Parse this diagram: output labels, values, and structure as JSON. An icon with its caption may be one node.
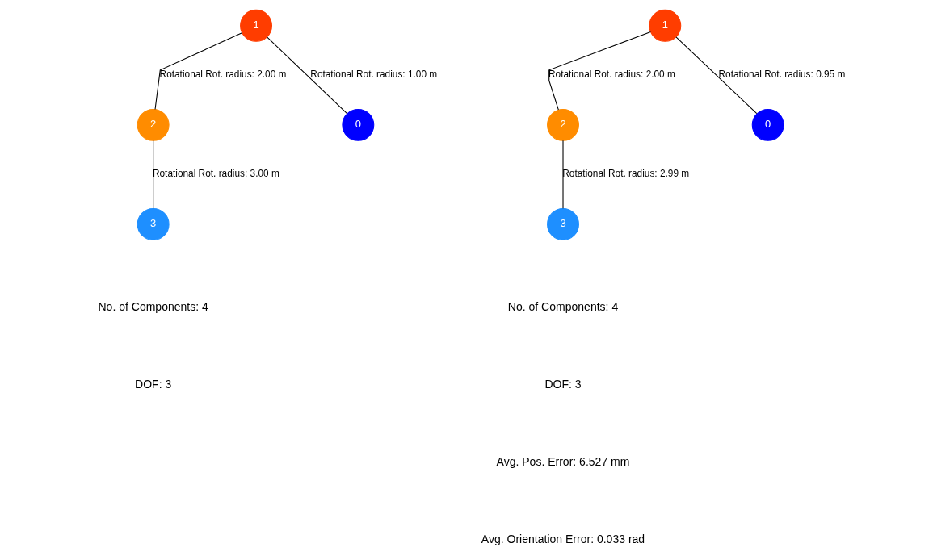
{
  "diagram": {
    "nodes": [
      {
        "text": [
          "1"
        ]
      },
      {
        "text": [
          "2"
        ]
      },
      {
        "text": [
          "0"
        ]
      },
      {
        "text": [
          "3"
        ]
      },
      {
        "text": [
          "1"
        ]
      },
      {
        "text": [
          "2"
        ]
      },
      {
        "text": [
          "0"
        ]
      },
      {
        "text": [
          "3"
        ]
      }
    ],
    "edges": [
      {
        "from": 0,
        "to": 1,
        "arrow": "none",
        "label": "Rotational Rot. radius: 2.00 m"
      },
      {
        "from": 0,
        "to": 2,
        "arrow": "none",
        "label": "Rotational Rot. radius: 1.00 m"
      },
      {
        "from": 1,
        "to": 3,
        "arrow": "none",
        "label": "Rotational Rot. radius: 3.00 m"
      },
      {
        "from": 4,
        "to": 5,
        "arrow": "none",
        "label": "Rotational Rot. radius: 2.00 m"
      },
      {
        "from": 4,
        "to": 6,
        "arrow": "none",
        "label": "Rotational Rot. radius: 0.95 m"
      },
      {
        "from": 5,
        "to": 7,
        "arrow": "none",
        "label": "Rotational Rot. radius: 2.99 m"
      }
    ],
    "labels": [
      "No. of Components: 4",
      "DOF: 3",
      "No. of Components: 4",
      "DOF: 3",
      "Avg. Pos. Error: 6.527 mm",
      "Avg. Orientation Error: 0.033 rad"
    ]
  }
}
